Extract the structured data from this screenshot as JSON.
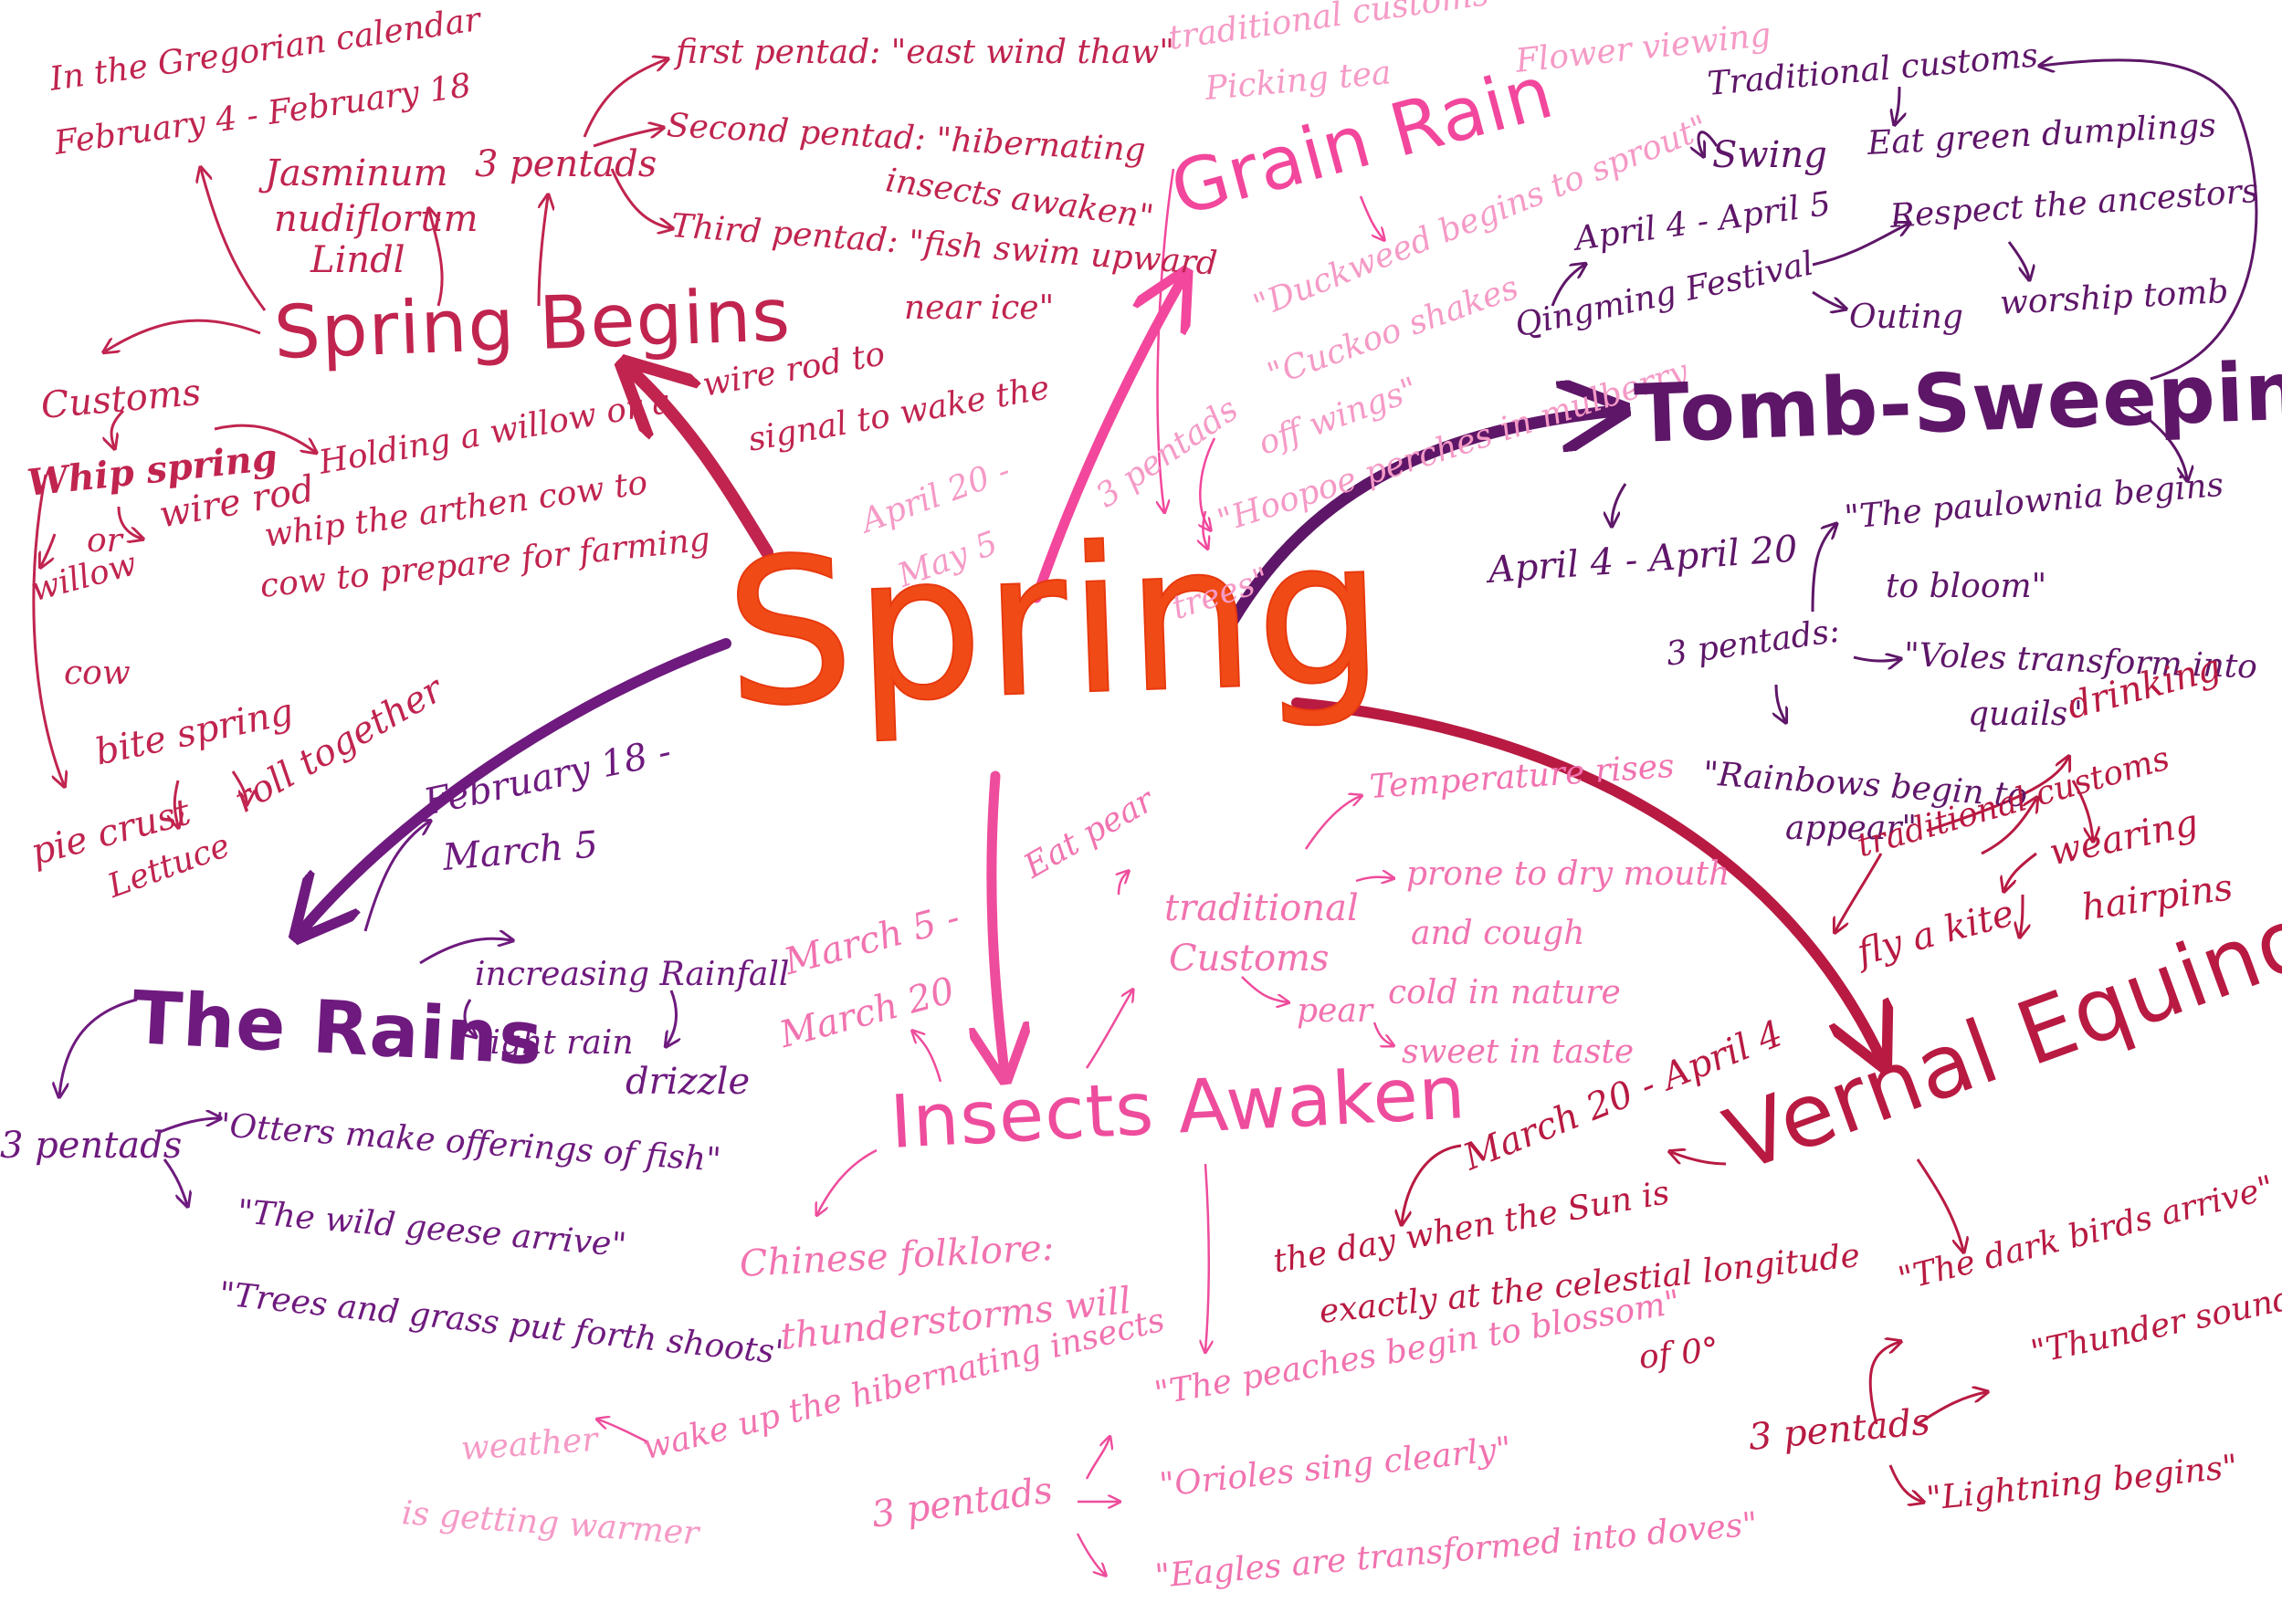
{
  "center": "Spring",
  "spring_begins": {
    "title": "Spring Begins",
    "gregorian": [
      "In the Gregorian calendar",
      "February 4 - February 18"
    ],
    "plant": [
      "Jasminum",
      "nudiflorum",
      "Lindl"
    ],
    "pentads_label": "3 pentads",
    "pentads": [
      "first pentad: \"east wind thaw\"",
      "Second pentad: \"hibernating",
      "insects awaken\"",
      "Third pentad: \"fish swim upward",
      "near ice\""
    ],
    "customs_label": "Customs",
    "customs_items": [
      "Whip spring",
      "or",
      "wire rod",
      "willow",
      "cow"
    ],
    "custom_desc": [
      "Holding a willow or a",
      "whip the arthen cow to",
      "cow to prepare for farming"
    ],
    "arrow_label": [
      "wire rod to",
      "signal to wake the"
    ],
    "bite": [
      "bite spring",
      "pie crust",
      "Lettuce",
      "roll together"
    ]
  },
  "rains": {
    "title": "The Rains",
    "dates": [
      "February 18 -",
      "March 5"
    ],
    "rain": [
      "increasing Rainfall",
      "light rain",
      "drizzle"
    ],
    "pentads_label": "3 pentads",
    "pentads": [
      "\"Otters make offerings of fish\"",
      "\"The wild geese arrive\"",
      "\"Trees and grass put forth shoots\""
    ]
  },
  "grain_rain": {
    "title": "Grain Rain",
    "customs": [
      "traditional customs",
      "Picking tea",
      "Flower viewing"
    ],
    "dates": [
      "April 20 -",
      "May 5"
    ],
    "pentads_label": "3 pentads",
    "pentads": [
      "\"Duckweed begins to sprout\"",
      "\"Cuckoo shakes",
      "off wings\"",
      "\"Hoopoe perches in mulberry",
      "trees\""
    ]
  },
  "tomb": {
    "title": "Tomb-Sweeping",
    "customs_label": "Traditional customs",
    "customs": [
      "Swing",
      "Eat green dumplings"
    ],
    "festival": "Qingming Festival",
    "festival_dates": "April 4 - April 5",
    "respect": "Respect the ancestors",
    "outing": "Outing",
    "worship": "worship tomb",
    "dates": "April 4 - April 20",
    "pentads_label": "3 pentads:",
    "pentads": [
      "\"The paulownia begins",
      "to bloom\"",
      "\"Voles transform into",
      "quails\"",
      "\"Rainbows begin to",
      "appear\""
    ]
  },
  "insects": {
    "title": "Insects Awaken",
    "dates": [
      "March 5 -",
      "March 20"
    ],
    "eat": "Eat pear",
    "temp": "Temperature rises",
    "customs": [
      "traditional",
      "Customs"
    ],
    "prone": [
      "prone to dry mouth",
      "and cough"
    ],
    "pear": "pear",
    "pear_props": [
      "cold in nature",
      "sweet in taste"
    ],
    "folklore": [
      "Chinese folklore:",
      "thunderstorms will",
      "wake up the hibernating insects"
    ],
    "weather": [
      "weather",
      "is getting warmer"
    ],
    "pentads_label": "3 pentads",
    "pentads": [
      "\"The peaches begin to blossom\"",
      "\"Orioles sing clearly\"",
      "\"Eagles are transformed into doves\""
    ]
  },
  "equinox": {
    "title": "Vernal Equinox",
    "customs_label": "traditional customs",
    "customs": [
      "drinking",
      "wearing",
      "hairpins",
      "fly a kite"
    ],
    "dates": "March 20 - April 4",
    "definition": [
      "the day when the Sun is",
      "exactly at the celestial longitude",
      "of 0°"
    ],
    "pentads_label": "3 pentads",
    "pentads": [
      "\"The dark birds arrive\"",
      "\"Thunder sounds\"",
      "\"Lightning begins\""
    ]
  },
  "colors": {
    "center": "#f04a16",
    "spring_begins": "#c0244f",
    "rains": "#6e1a7e",
    "grain_rain": "#f2479c",
    "tomb": "#5e1668",
    "insects": "#ee4c9c",
    "equinox": "#b81a42"
  }
}
